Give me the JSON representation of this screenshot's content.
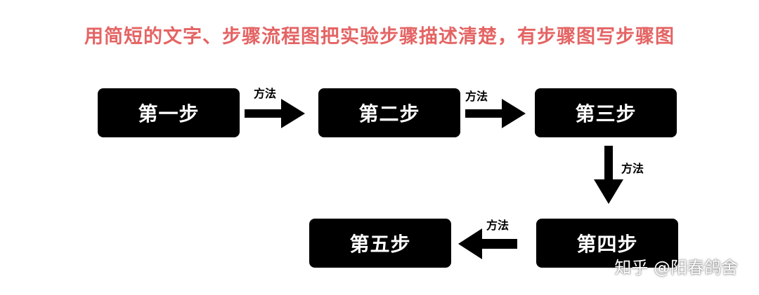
{
  "title": "用简短的文字、步骤流程图把实验步骤描述清楚，有步骤图写步骤图",
  "steps": [
    "第一步",
    "第二步",
    "第三步",
    "第四步",
    "第五步"
  ],
  "method_label": "方法",
  "watermark": "知乎 @阳春鸽舍",
  "colors": {
    "title": "#e46464",
    "box": "#000000",
    "box_text": "#ffffff",
    "arrow": "#000000"
  }
}
